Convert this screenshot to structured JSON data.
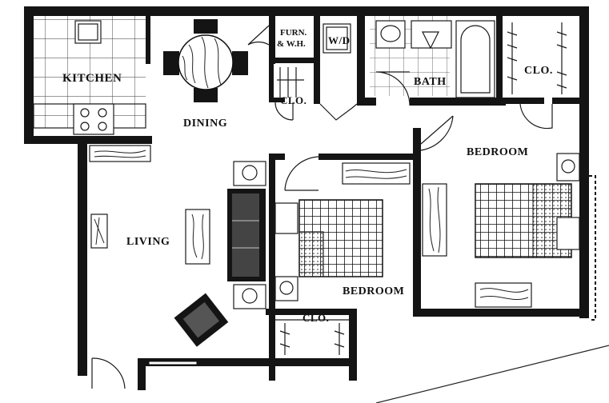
{
  "rooms": {
    "kitchen": "KITCHEN",
    "dining": "DINING",
    "furnace_line1": "FURN.",
    "furnace_line2": "& W.H.",
    "washer_dryer": "W/D",
    "closet_hall": "CLO.",
    "bath": "BATH",
    "closet_master": "CLO.",
    "bedroom_master": "BEDROOM",
    "living": "LIVING",
    "bedroom_second": "BEDROOM",
    "closet_second": "CLO."
  },
  "colors": {
    "ink": "#141414",
    "paper": "#ffffff"
  }
}
